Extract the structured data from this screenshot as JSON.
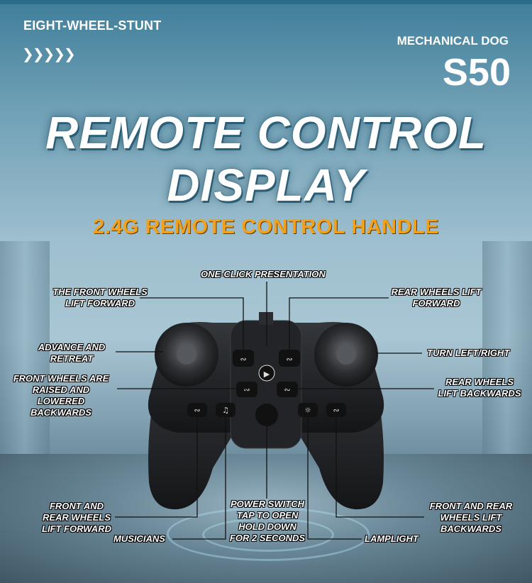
{
  "header": {
    "top_left": "EIGHT-WHEEL-STUNT",
    "chevrons": "❯❯❯❯❯",
    "top_right_sub": "MECHANICAL DOG",
    "top_right_model": "S50"
  },
  "title": {
    "line1": "REMOTE CONTROL",
    "line2": "DISPLAY",
    "subtitle": "2.4G REMOTE CONTROL HANDLE"
  },
  "labels": {
    "one_click": "ONE-CLICK PRESENTATION",
    "front_lift_fwd_1": "THE FRONT WHEELS",
    "front_lift_fwd_2": "LIFT FORWARD",
    "rear_lift_fwd_1": "REAR WHEELS LIFT",
    "rear_lift_fwd_2": "FORWARD",
    "advance_1": "ADVANCE AND",
    "advance_2": "RETREAT",
    "turn": "TURN LEFT/RIGHT",
    "front_raised_1": "FRONT WHEELS ARE",
    "front_raised_2": "RAISED AND",
    "front_raised_3": "LOWERED",
    "front_raised_4": "BACKWARDS",
    "rear_back_1": "REAR WHEELS",
    "rear_back_2": "LIFT BACKWARDS",
    "front_rear_fwd_1": "FRONT AND",
    "front_rear_fwd_2": "REAR WHEELS",
    "front_rear_fwd_3": "LIFT FORWARD",
    "power_1": "POWER SWITCH",
    "power_2": "TAP TO OPEN",
    "power_3": "HOLD DOWN",
    "power_4": "FOR 2 SECONDS",
    "front_rear_back_1": "FRONT AND REAR",
    "front_rear_back_2": "WHEELS LIFT",
    "front_rear_back_3": "BACKWARDS",
    "musicians": "MUSICIANS",
    "lamplight": "LAMPLIGHT"
  },
  "colors": {
    "subtitle": "#f0a21e",
    "controller": "#1d1f22"
  }
}
